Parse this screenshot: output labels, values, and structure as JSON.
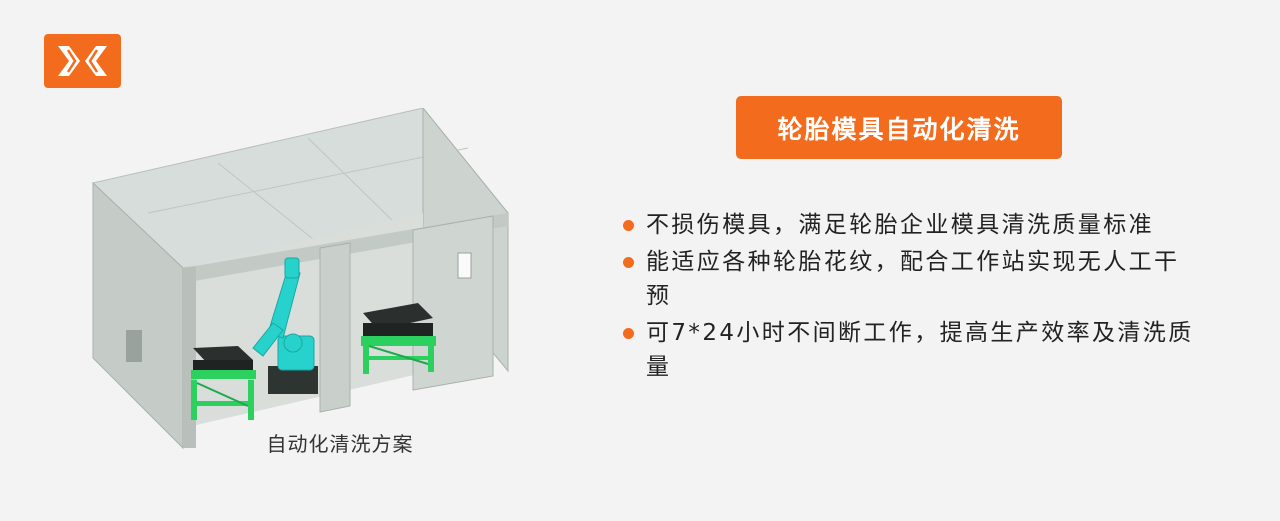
{
  "colors": {
    "accent": "#f36b1c",
    "background": "#f3f3f3",
    "robot": "#28d2cc",
    "rack": "#2bd05f",
    "booth": "#c8cfcb"
  },
  "logo": {
    "icon": "xk-chevrons-logo"
  },
  "illustration": {
    "icon": "cleaning-booth-robot-illustration",
    "caption": "自动化清洗方案"
  },
  "title": "轮胎模具自动化清洗",
  "features": [
    {
      "text": "不损伤模具，满足轮胎企业模具清洗质量标准"
    },
    {
      "text": "能适应各种轮胎花纹，配合工作站实现无人工干预"
    },
    {
      "text": "可7*24小时不间断工作，提高生产效率及清洗质量"
    }
  ]
}
